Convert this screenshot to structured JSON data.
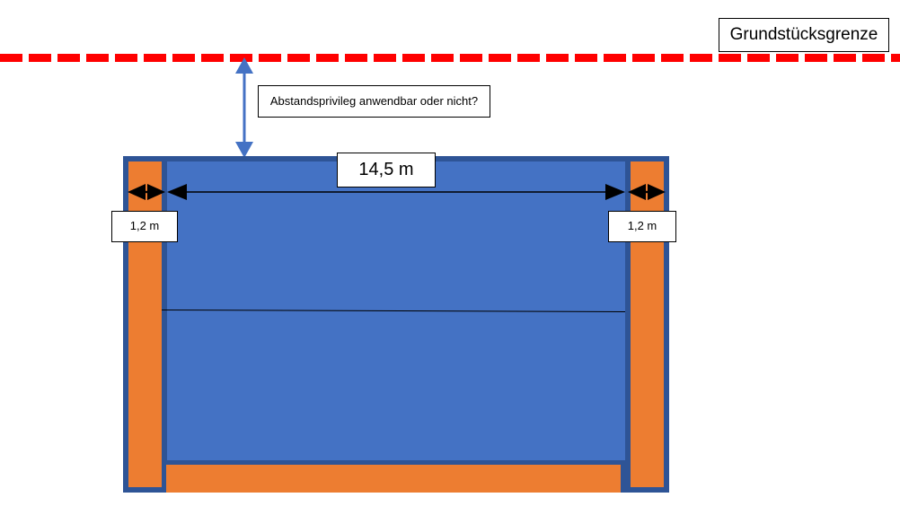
{
  "diagram": {
    "title_hidden": "Grundstuecksgrenze Abstandsflaechen Skizze",
    "colors": {
      "building_blue": "#4472C4",
      "building_blue_dark": "#2E5496",
      "wall_orange": "#ED7D31",
      "boundary_red": "#FF0000",
      "arrow_blue": "#4472C4",
      "arrow_black": "#000000",
      "background": "#FFFFFF"
    },
    "boundary": {
      "label": "Grundstücksgrenze",
      "style": "dashed",
      "color": "#FF0000"
    },
    "annotations": {
      "setback_question": "Abstandsprivileg anwendbar oder nicht?",
      "building_width": "14,5 m",
      "left_wall_width": "1,2 m",
      "right_wall_width": "1,2 m"
    },
    "measurements": [
      {
        "name": "building-width",
        "value": 14.5,
        "unit": "m",
        "text": "14,5 m",
        "orientation": "horizontal"
      },
      {
        "name": "left-wall-width",
        "value": 1.2,
        "unit": "m",
        "text": "1,2 m",
        "orientation": "horizontal"
      },
      {
        "name": "right-wall-width",
        "value": 1.2,
        "unit": "m",
        "text": "1,2 m",
        "orientation": "horizontal"
      },
      {
        "name": "setback-distance",
        "value": null,
        "unit": "m",
        "text": "Abstandsprivileg anwendbar oder nicht?",
        "orientation": "vertical"
      }
    ],
    "shapes": {
      "building_frame": "building-outline",
      "left_column": "left-wall-column",
      "right_column": "right-wall-column",
      "interior": "building-interior",
      "bottom_band": "bottom-wall-band",
      "split_line": "interior-divider-line"
    }
  }
}
